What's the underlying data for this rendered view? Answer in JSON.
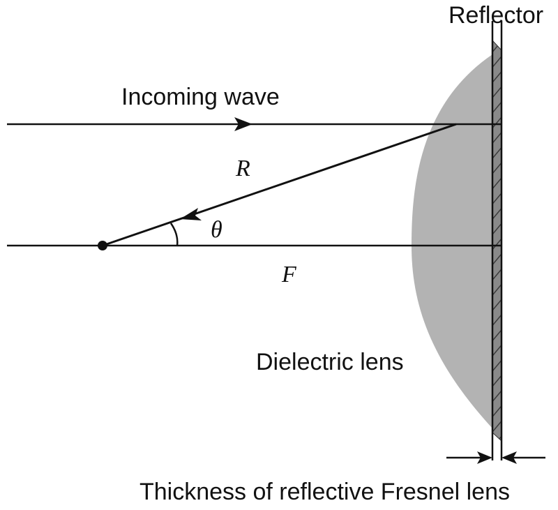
{
  "diagram": {
    "labels": {
      "reflector": "Reflector",
      "incoming_wave": "Incoming wave",
      "radius": "R",
      "angle": "θ",
      "focal_length": "F",
      "dielectric_lens": "Dielectric lens",
      "thickness": "Thickness of reflective Fresnel lens"
    },
    "colors": {
      "line": "#111111",
      "lens_fill": "#b3b3b3",
      "fresnel_fill": "#7a7a7a",
      "background": "#ffffff"
    }
  }
}
